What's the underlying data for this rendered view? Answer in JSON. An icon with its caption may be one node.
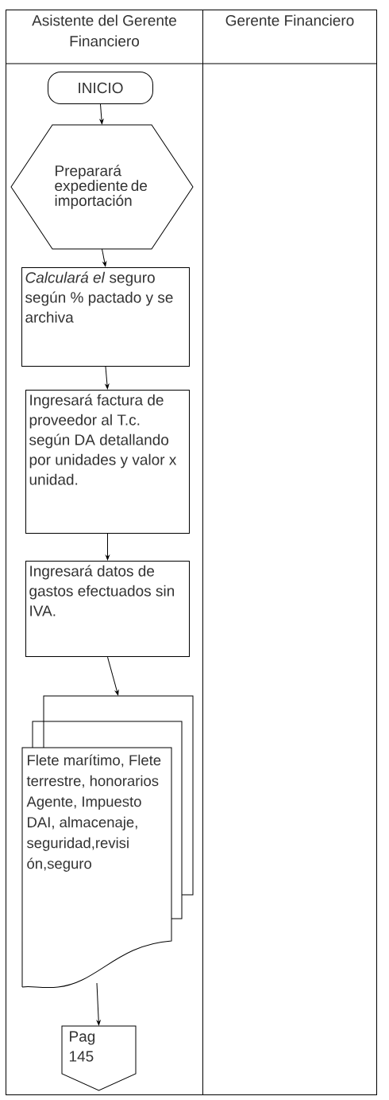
{
  "diagram": {
    "nodes": [
      {
        "text": [
          "Asistente del Gerente Financiero"
        ]
      },
      {
        "text": [
          "Gerente Financiero"
        ]
      },
      {
        "text": [
          "INICIO"
        ],
        "in": 0
      },
      {
        "text": [
          "Preparará expediente de importación"
        ],
        "in": 0
      },
      {
        "text": [
          "*Calculará el* seguro según % pactado y se archiva"
        ],
        "in": 0
      },
      {
        "text": [
          "Ingresará factura de proveedor al T.c. según DA detallando por unidades y valor x unidad."
        ],
        "in": 0
      },
      {
        "text": [
          "Ingresará datos de gastos efectuados sin IVA."
        ],
        "in": 0
      },
      {
        "text": [
          "Flete marítimo, Flete terrestre, honorarios Agente, Impuesto DAI, almacenaje, seguridad,revisi ón,seguro"
        ],
        "in": 0
      },
      {
        "text": [
          "Pag 145"
        ],
        "in": 0
      }
    ],
    "edges": [
      {
        "from": 2,
        "to": 3,
        "arrow": "to"
      },
      {
        "from": 3,
        "to": 4,
        "arrow": "to"
      },
      {
        "from": 4,
        "to": 5,
        "arrow": "to"
      },
      {
        "from": 5,
        "to": 6,
        "arrow": "to"
      },
      {
        "from": 6,
        "to": 7,
        "arrow": "to"
      },
      {
        "from": 7,
        "to": 8,
        "arrow": "to"
      }
    ]
  }
}
